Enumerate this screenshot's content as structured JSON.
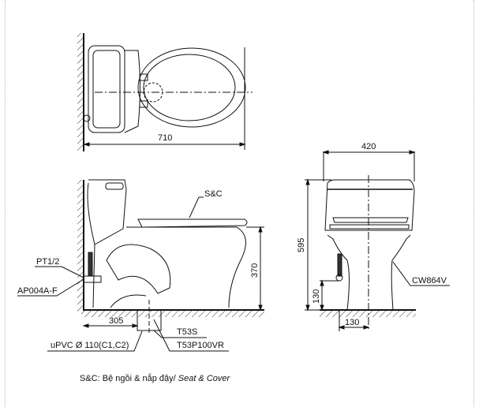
{
  "dimensions": {
    "top_length": "710",
    "front_width": "420",
    "height_total": "595",
    "seat_height": "370",
    "wall_to_outlet": "305",
    "supply_height": "130",
    "supply_offset": "130"
  },
  "labels": {
    "seat_cover": "S&C",
    "pt": "PT1/2",
    "valve": "AP004A-F",
    "pipe": "uPVC Ø 110(C1,C2)",
    "flange1": "T53S",
    "flange2": "T53P100VR",
    "model": "CW864V"
  },
  "caption": {
    "prefix": "S&C: Bệ ngồi & nắp đậy/",
    "english": "Seat & Cover"
  }
}
